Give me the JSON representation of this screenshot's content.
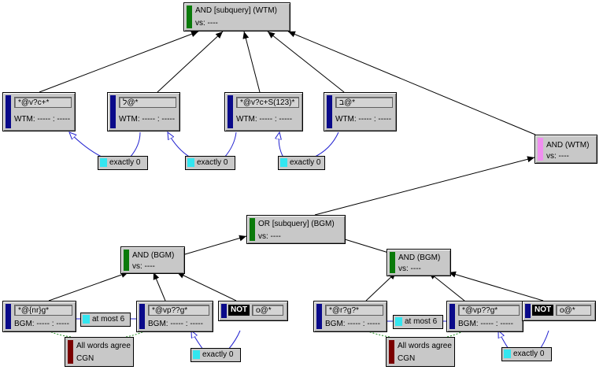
{
  "colors": {
    "wtm_bar": "#0a0a8a",
    "and_bar": "#0a7a0a",
    "and_wtm_bar": "#f08ef0",
    "agree_bar": "#7a0000",
    "rel_square": "#33e6f0",
    "not_bg": "#000000"
  },
  "nodes": {
    "and_subquery_wtm": {
      "title": "AND [subquery] (WTM)",
      "sub": "vs: ----"
    },
    "w1": {
      "field": "*@v?c+*",
      "sub": "WTM: ----- : -----"
    },
    "w2": {
      "field": "ל@*",
      "sub": "WTM: ----- : -----"
    },
    "w3": {
      "field": "*@v?c+S(123)*",
      "sub": "WTM: ----- : -----"
    },
    "w4": {
      "field": "ב@*",
      "sub": "WTM: ----- : -----"
    },
    "and_wtm": {
      "title": "AND (WTM)",
      "sub": "vs: ----"
    },
    "or_bgm": {
      "title": "OR [subquery] (BGM)",
      "sub": "vs: ----"
    },
    "and_bgm_left": {
      "title": "AND (BGM)",
      "sub": "vs: ----"
    },
    "and_bgm_right": {
      "title": "AND (BGM)",
      "sub": "vs: ----"
    },
    "bl1": {
      "field": "*@{nr}g*",
      "sub": "BGM: ----- : -----"
    },
    "bl2": {
      "field": "*@vp??g*",
      "sub": "BGM: ----- : -----"
    },
    "bl3": {
      "not": "NOT",
      "field": "o@*"
    },
    "br1": {
      "field": "*@r?g?*",
      "sub": "BGM: ----- : -----"
    },
    "br2": {
      "field": "*@vp??g*",
      "sub": "BGM: ----- : -----"
    },
    "br3": {
      "not": "NOT",
      "field": "o@*"
    }
  },
  "relations": {
    "r1": "exactly 0",
    "r2": "exactly 0",
    "r3": "exactly 0",
    "r4": "at most 6",
    "r5": "exactly 0",
    "r6": "at most 6",
    "r7": "exactly 0"
  },
  "agree": {
    "a1": {
      "line1": "All words agree",
      "line2": "CGN"
    },
    "a2": {
      "line1": "All words agree",
      "line2": "CGN"
    }
  }
}
